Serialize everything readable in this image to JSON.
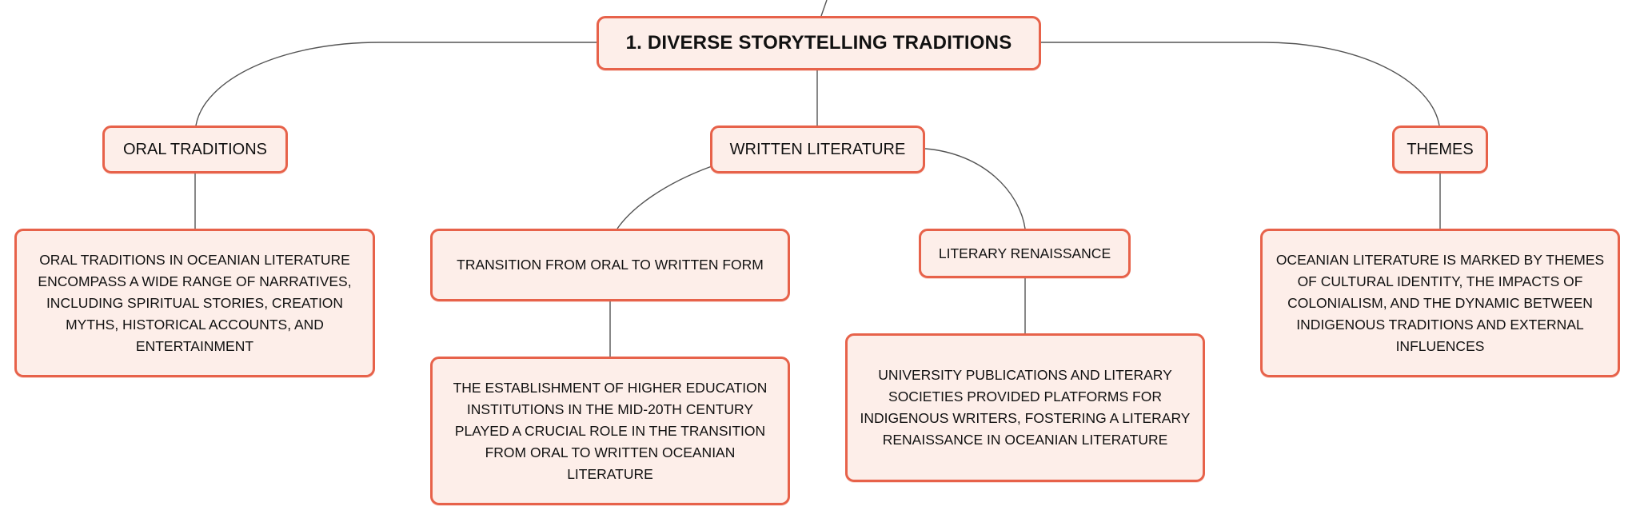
{
  "colors": {
    "node_fill": "#fdeee9",
    "node_border": "#e7624a",
    "edge": "#555555"
  },
  "root": {
    "label": "1. DIVERSE STORYTELLING TRADITIONS"
  },
  "branches": {
    "oral": {
      "label": "ORAL TRADITIONS",
      "detail": "ORAL TRADITIONS IN OCEANIAN LITERATURE ENCOMPASS A WIDE RANGE OF NARRATIVES, INCLUDING SPIRITUAL STORIES, CREATION MYTHS, HISTORICAL ACCOUNTS, AND ENTERTAINMENT"
    },
    "written": {
      "label": "WRITTEN LITERATURE",
      "transition": {
        "label": "TRANSITION FROM ORAL TO WRITTEN FORM",
        "detail": "THE ESTABLISHMENT OF HIGHER EDUCATION INSTITUTIONS IN THE MID-20TH CENTURY PLAYED A CRUCIAL ROLE IN THE TRANSITION FROM ORAL TO WRITTEN OCEANIAN LITERATURE"
      },
      "renaissance": {
        "label": "LITERARY RENAISSANCE",
        "detail": "UNIVERSITY PUBLICATIONS AND LITERARY SOCIETIES PROVIDED PLATFORMS FOR INDIGENOUS WRITERS, FOSTERING A LITERARY RENAISSANCE IN OCEANIAN LITERATURE"
      }
    },
    "themes": {
      "label": "THEMES",
      "detail": "OCEANIAN LITERATURE IS MARKED BY THEMES OF CULTURAL IDENTITY, THE IMPACTS OF COLONIALISM, AND THE DYNAMIC BETWEEN INDIGENOUS TRADITIONS AND EXTERNAL INFLUENCES"
    }
  }
}
